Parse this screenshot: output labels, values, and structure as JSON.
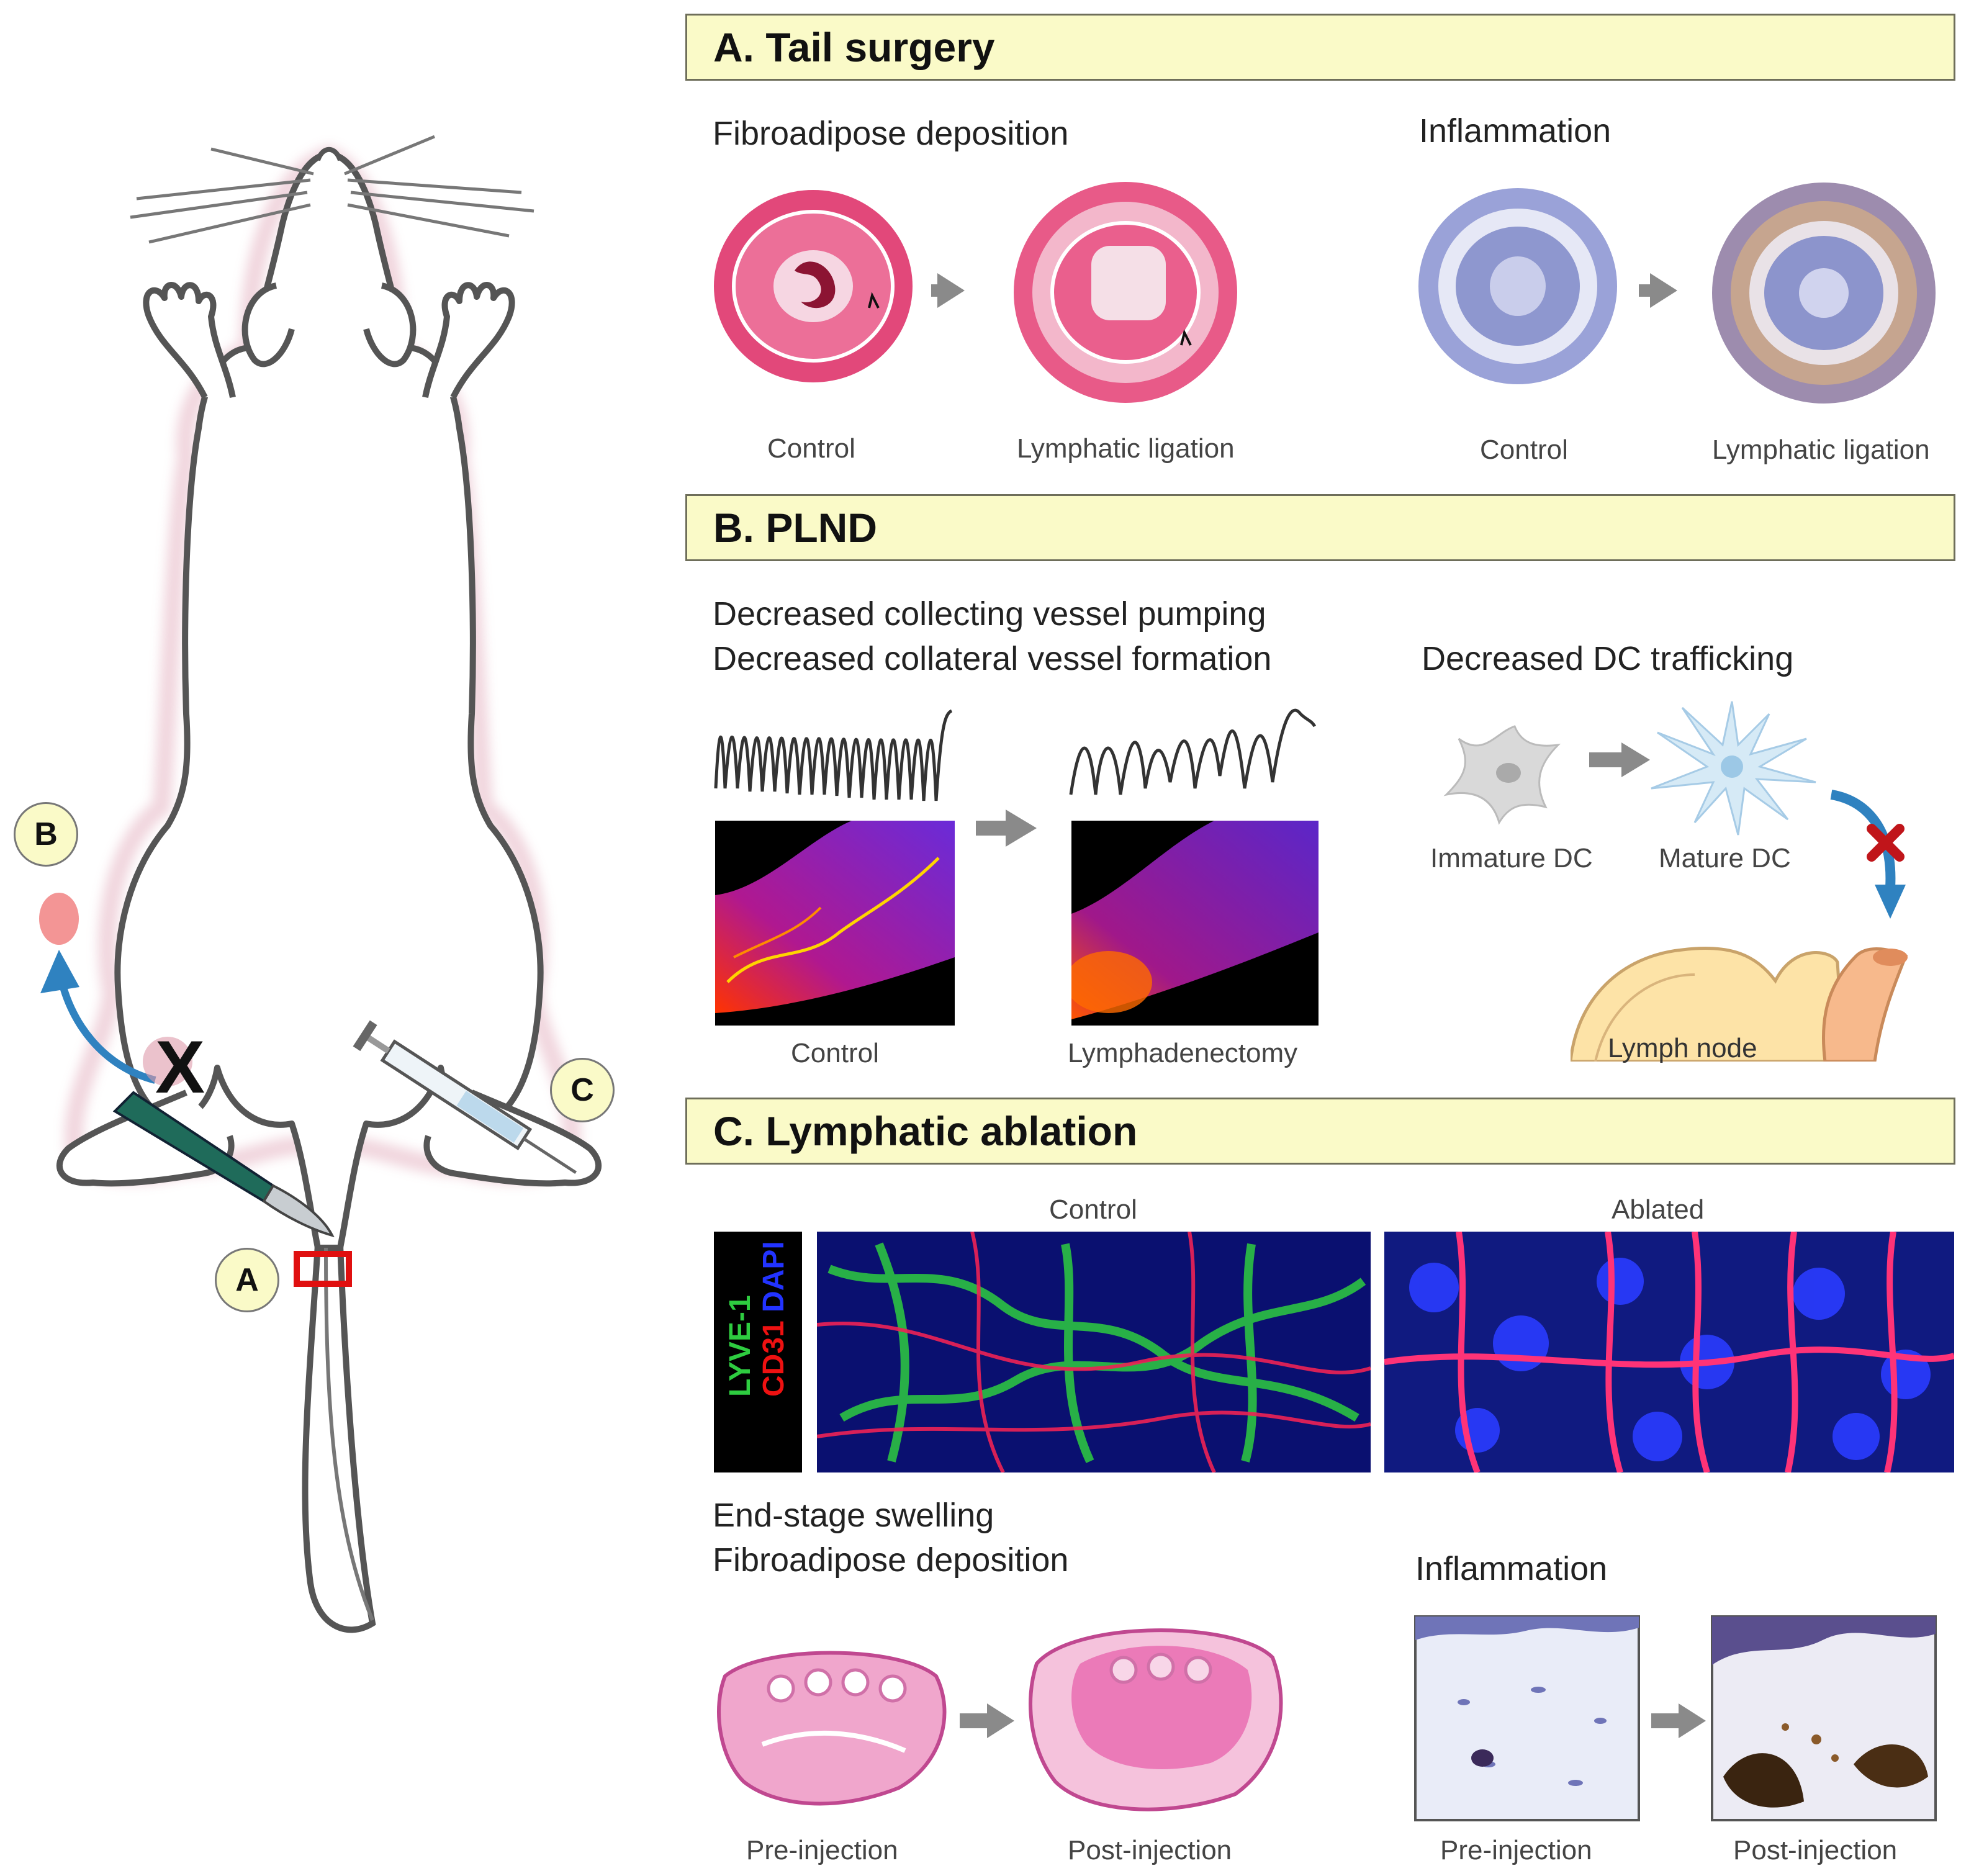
{
  "mouse": {
    "labels": {
      "a": "A",
      "b": "B",
      "c": "C",
      "x": "X"
    }
  },
  "sections": {
    "a": {
      "title": "A. Tail surgery",
      "left_sub": "Fibroadipose deposition",
      "right_sub": "Inflammation",
      "captions": [
        "Control",
        "Lymphatic ligation",
        "Control",
        "Lymphatic ligation"
      ]
    },
    "b": {
      "title": "B. PLND",
      "sub_line1": "Decreased collecting vessel pumping",
      "sub_line2": "Decreased collateral vessel formation",
      "right_sub": "Decreased DC trafficking",
      "captions": [
        "Control",
        "Lymphadenectomy"
      ],
      "dc_labels": [
        "Immature DC",
        "Mature DC"
      ],
      "node_label": "Lymph node"
    },
    "c": {
      "title": "C. Lymphatic ablation",
      "panel_labels": [
        "Control",
        "Ablated"
      ],
      "stain": {
        "lyve": "LYVE-1",
        "cd31": "CD31",
        "dapi": "DAPI"
      },
      "sub_line1": "End-stage swelling",
      "sub_line2": "Fibroadipose deposition",
      "right_sub": "Inflammation",
      "captions": [
        "Pre-injection",
        "Post-injection",
        "Pre-injection",
        "Post-injection"
      ]
    }
  },
  "colors": {
    "header_bg": "#fafac8",
    "he_pink": "#e2487a",
    "ihc_blue": "#8e97cf",
    "arrow_grey": "#8a8a8a",
    "lyve_green": "#2ecc40",
    "cd31_red": "#ee1111",
    "dapi_blue": "#2233ff",
    "cut_red": "#e01010"
  }
}
